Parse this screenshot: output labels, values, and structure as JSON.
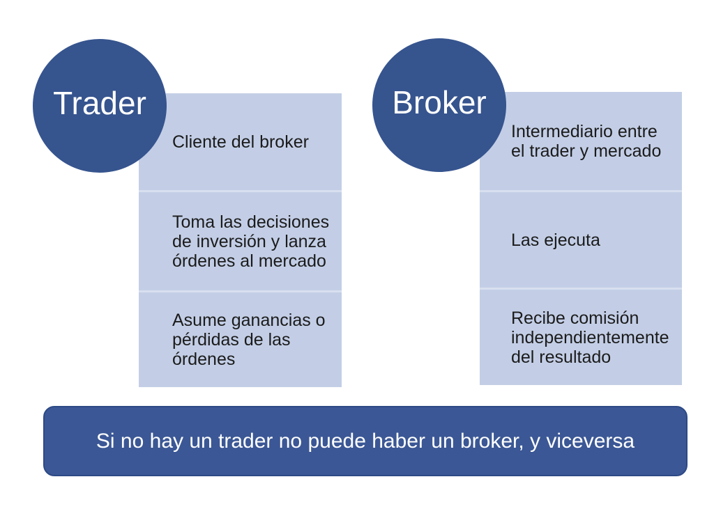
{
  "colors": {
    "circle_blue": "#36548E",
    "panel_blue": "#C3CEE6",
    "divider_blue": "#D8DFEF",
    "banner_blue": "#3B5795",
    "banner_edge": "#2D4A85",
    "text_dark": "#1B1B1B",
    "text_light": "#FFFFFF"
  },
  "trader": {
    "title": "Trader",
    "rows": [
      {
        "text": "Cliente del broker"
      },
      {
        "text": "Toma las decisiones\nde inversión y lanza\nórdenes al mercado"
      },
      {
        "text": "Asume ganancias o\npérdidas de las\nórdenes"
      }
    ]
  },
  "broker": {
    "title": "Broker",
    "rows": [
      {
        "text": "Intermediario entre\nel trader y mercado"
      },
      {
        "text": "Las ejecuta"
      },
      {
        "text": "Recibe comisión\nindependientemente\ndel resultado"
      }
    ]
  },
  "banner": {
    "text": "Si no hay un trader no puede haber un broker, y viceversa"
  }
}
